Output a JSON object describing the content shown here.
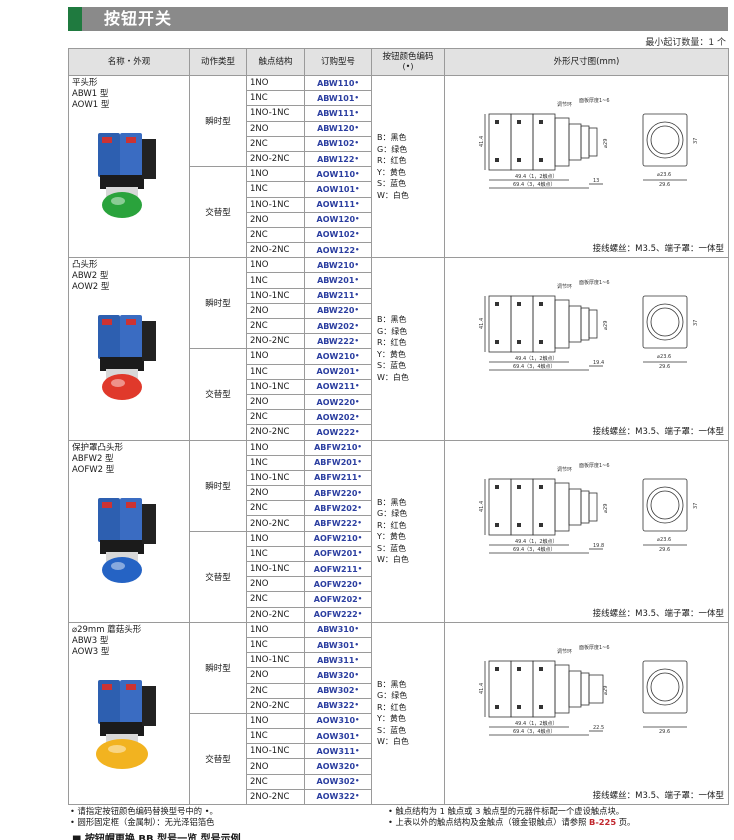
{
  "page": {
    "title": "按钮开关",
    "min_order": "最小起订数量：1 个"
  },
  "table": {
    "headers": {
      "name": "名称・外观",
      "action": "动作类型",
      "contact": "触点结构",
      "order": "订购型号",
      "color_code": "按钮颜色编码",
      "color_code_sub": "(•)",
      "dims": "外形尺寸图(mm)"
    },
    "color_list": [
      "B：黑色",
      "G：绿色",
      "R：红色",
      "Y：黄色",
      "S：蓝色",
      "W：白色"
    ],
    "screw_note": "接线螺丝：M3.5、端子罩：一体型",
    "dim_labels": {
      "ring": "调节环",
      "panel": "面板厚度1~6",
      "d1_12": "49.4（1，2触点）",
      "d34": "69.4（3，4触点）",
      "h": "41.4"
    },
    "groups": [
      {
        "name": [
          "平头形",
          "ABW1 型",
          "AOW1 型"
        ],
        "button_color": "#2aa33c",
        "dim_face": "⌀29",
        "dim_depth": "13",
        "dim_front_w": "⌀23.6",
        "dim_front_total": "29.6",
        "dim_front_h": "37",
        "blocks": [
          {
            "action": "瞬时型",
            "rows": [
              {
                "contact": "1NO",
                "code": "ABW110"
              },
              {
                "contact": "1NC",
                "code": "ABW101"
              },
              {
                "contact": "1NO-1NC",
                "code": "ABW111"
              },
              {
                "contact": "2NO",
                "code": "ABW120"
              },
              {
                "contact": "2NC",
                "code": "ABW102"
              },
              {
                "contact": "2NO-2NC",
                "code": "ABW122"
              }
            ]
          },
          {
            "action": "交替型",
            "rows": [
              {
                "contact": "1NO",
                "code": "AOW110"
              },
              {
                "contact": "1NC",
                "code": "AOW101"
              },
              {
                "contact": "1NO-1NC",
                "code": "AOW111"
              },
              {
                "contact": "2NO",
                "code": "AOW120"
              },
              {
                "contact": "2NC",
                "code": "AOW102"
              },
              {
                "contact": "2NO-2NC",
                "code": "AOW122"
              }
            ]
          }
        ]
      },
      {
        "name": [
          "凸头形",
          "ABW2 型",
          "AOW2 型"
        ],
        "button_color": "#e0392b",
        "dim_face": "⌀29",
        "dim_depth": "19.4",
        "dim_front_w": "⌀23.6",
        "dim_front_total": "29.6",
        "dim_front_h": "37",
        "blocks": [
          {
            "action": "瞬时型",
            "rows": [
              {
                "contact": "1NO",
                "code": "ABW210"
              },
              {
                "contact": "1NC",
                "code": "ABW201"
              },
              {
                "contact": "1NO-1NC",
                "code": "ABW211"
              },
              {
                "contact": "2NO",
                "code": "ABW220"
              },
              {
                "contact": "2NC",
                "code": "ABW202"
              },
              {
                "contact": "2NO-2NC",
                "code": "ABW222"
              }
            ]
          },
          {
            "action": "交替型",
            "rows": [
              {
                "contact": "1NO",
                "code": "AOW210"
              },
              {
                "contact": "1NC",
                "code": "AOW201"
              },
              {
                "contact": "1NO-1NC",
                "code": "AOW211"
              },
              {
                "contact": "2NO",
                "code": "AOW220"
              },
              {
                "contact": "2NC",
                "code": "AOW202"
              },
              {
                "contact": "2NO-2NC",
                "code": "AOW222"
              }
            ]
          }
        ]
      },
      {
        "name": [
          "保护罩凸头形",
          "ABFW2 型",
          "AOFW2 型"
        ],
        "button_color": "#2563c4",
        "dim_face": "⌀29",
        "dim_depth": "19.8",
        "dim_front_w": "⌀23.6",
        "dim_front_total": "29.6",
        "dim_front_h": "37",
        "blocks": [
          {
            "action": "瞬时型",
            "rows": [
              {
                "contact": "1NO",
                "code": "ABFW210"
              },
              {
                "contact": "1NC",
                "code": "ABFW201"
              },
              {
                "contact": "1NO-1NC",
                "code": "ABFW211"
              },
              {
                "contact": "2NO",
                "code": "ABFW220"
              },
              {
                "contact": "2NC",
                "code": "ABFW202"
              },
              {
                "contact": "2NO-2NC",
                "code": "ABFW222"
              }
            ]
          },
          {
            "action": "交替型",
            "rows": [
              {
                "contact": "1NO",
                "code": "AOFW210"
              },
              {
                "contact": "1NC",
                "code": "AOFW201"
              },
              {
                "contact": "1NO-1NC",
                "code": "AOFW211"
              },
              {
                "contact": "2NO",
                "code": "AOFW220"
              },
              {
                "contact": "2NC",
                "code": "AOFW202"
              },
              {
                "contact": "2NO-2NC",
                "code": "AOFW222"
              }
            ]
          }
        ]
      },
      {
        "name": [
          "⌀29mm 蘑菇头形",
          "ABW3 型",
          "AOW3 型"
        ],
        "button_color": "#f2b320",
        "dim_face": "⌀29",
        "dim_depth": "22.5",
        "dim_front_w": "",
        "dim_front_total": "29.6",
        "dim_front_h": "",
        "blocks": [
          {
            "action": "瞬时型",
            "rows": [
              {
                "contact": "1NO",
                "code": "ABW310"
              },
              {
                "contact": "1NC",
                "code": "ABW301"
              },
              {
                "contact": "1NO-1NC",
                "code": "ABW311"
              },
              {
                "contact": "2NO",
                "code": "ABW320"
              },
              {
                "contact": "2NC",
                "code": "ABW302"
              },
              {
                "contact": "2NO-2NC",
                "code": "ABW322"
              }
            ]
          },
          {
            "action": "交替型",
            "rows": [
              {
                "contact": "1NO",
                "code": "AOW310"
              },
              {
                "contact": "1NC",
                "code": "AOW301"
              },
              {
                "contact": "1NO-1NC",
                "code": "AOW311"
              },
              {
                "contact": "2NO",
                "code": "AOW320"
              },
              {
                "contact": "2NC",
                "code": "AOW302"
              },
              {
                "contact": "2NO-2NC",
                "code": "AOW322"
              }
            ]
          }
        ]
      }
    ]
  },
  "notes": {
    "left": [
      "• 请指定按钮颜色编码替换型号中的 •。",
      "• 圆形固定框（金属制）：无光泽铝箔色"
    ],
    "right_1": "• 触点结构为 1 触点或 3 触点型的元器件标配一个虚设触点块。",
    "right_2_pre": "• 上表以外的触点结构及金触点（镀金银触点）请参照 ",
    "right_2_link": "B-225",
    "right_2_post": " 页。",
    "cut_line": "■ 按钮帽更换 BB 型号一览 型号示例"
  }
}
